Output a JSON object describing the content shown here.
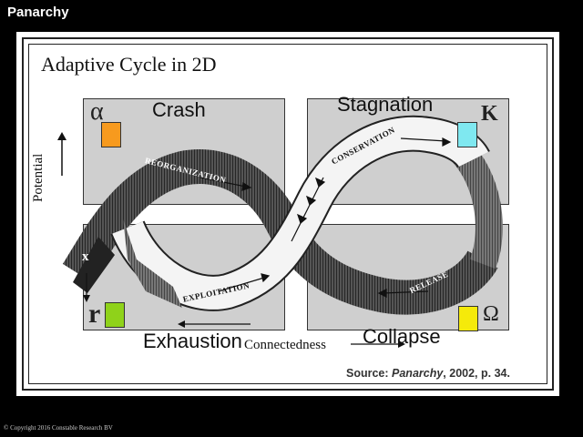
{
  "slide": {
    "title": "Panarchy",
    "copyright": "© Copyright 2016 Constable Research BV"
  },
  "diagram": {
    "heading": "Adaptive Cycle in 2D",
    "phases": {
      "alpha_symbol": "α",
      "k_symbol": "K",
      "r_symbol": "r",
      "omega_symbol": "Ω",
      "x_symbol": "x"
    },
    "path_labels": {
      "reorganization": "REORGANIZATION",
      "conservation": "CONSERVATION",
      "exploitation": "EXPLOITATION",
      "release": "RELEASE"
    },
    "axis": {
      "y_label": "Potential",
      "x_label": "Connectedness"
    },
    "source": {
      "prefix": "Source: ",
      "title": "Panarchy",
      "suffix": ", 2002, p. 34."
    }
  },
  "annotations": {
    "crash": "Crash",
    "stagnation": "Stagnation",
    "exhaustion": "Exhaustion",
    "collapse": "Collapse",
    "colors": {
      "crash": "#f79a1e",
      "stagnation": "#7fe8f0",
      "exhaustion": "#8fd21a",
      "collapse": "#f5ea0a"
    }
  }
}
